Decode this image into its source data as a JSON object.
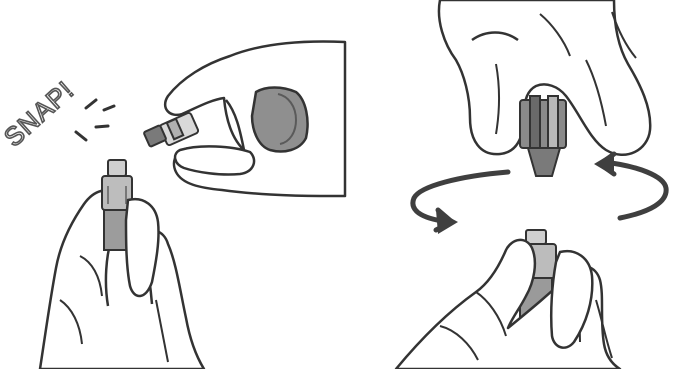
{
  "caption": {
    "snap": "SNAP!"
  },
  "colors": {
    "outline": "#333333",
    "skin": "#ffffff",
    "light_gray": "#d7d7d7",
    "mid_gray": "#9a9a9a",
    "dark_gray": "#6e6e6e",
    "arrow": "#3f3f3f"
  },
  "icons": {
    "left_panel": "snap-apart-ampule-illustration",
    "right_panel": "twist-separate-illustration",
    "rotation": "rotation-arrows-icon"
  }
}
